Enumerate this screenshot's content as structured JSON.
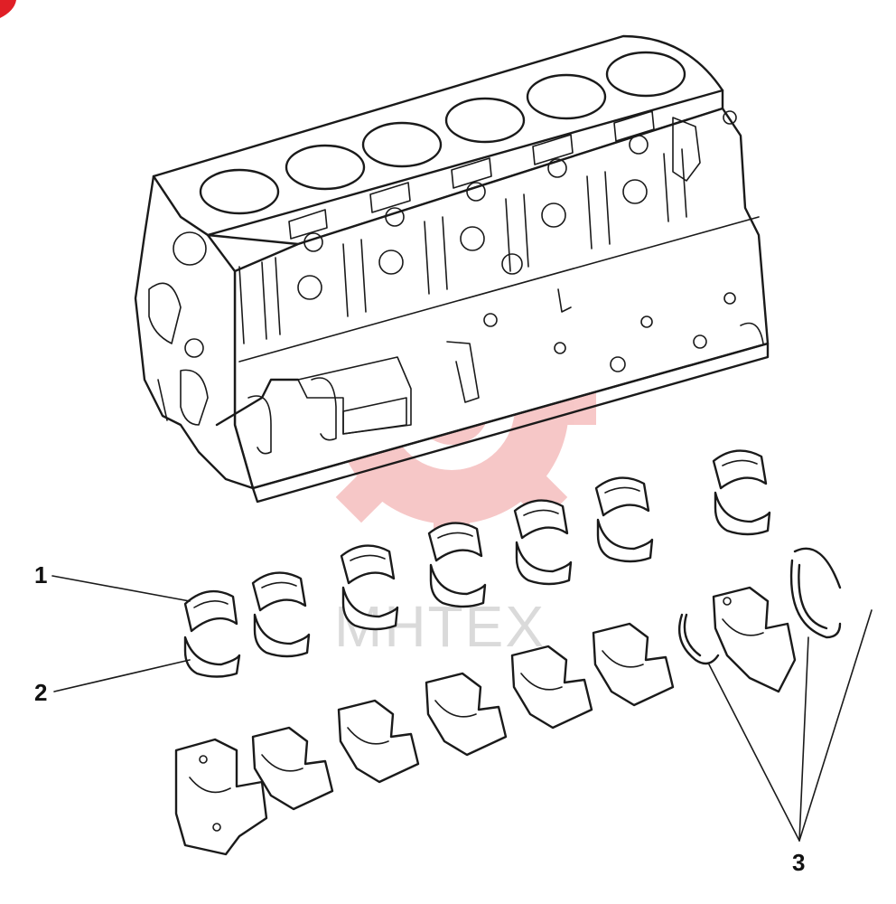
{
  "watermark": {
    "text": "MHTEX",
    "color": "#e23a3a",
    "icon": "gear-logo-icon"
  },
  "callouts": [
    {
      "label": "1"
    },
    {
      "label": "2"
    },
    {
      "label": "3"
    }
  ],
  "colors": {
    "line": "#1a1a1a",
    "corner_mark": "#e01f26"
  }
}
